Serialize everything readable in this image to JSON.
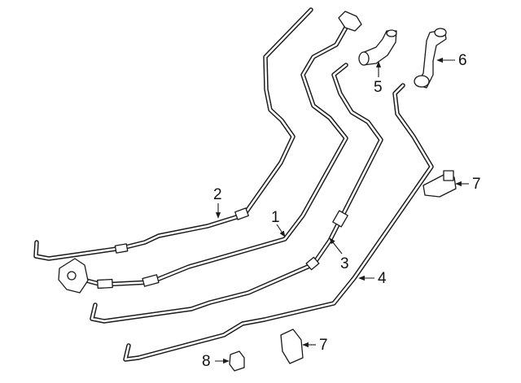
{
  "diagram": {
    "callouts": {
      "c1": "1",
      "c2": "2",
      "c3": "3",
      "c4": "4",
      "c5": "5",
      "c6": "6",
      "c7a": "7",
      "c7b": "7",
      "c8": "8"
    },
    "line_color": "#1a1a1a",
    "background": "#ffffff"
  }
}
